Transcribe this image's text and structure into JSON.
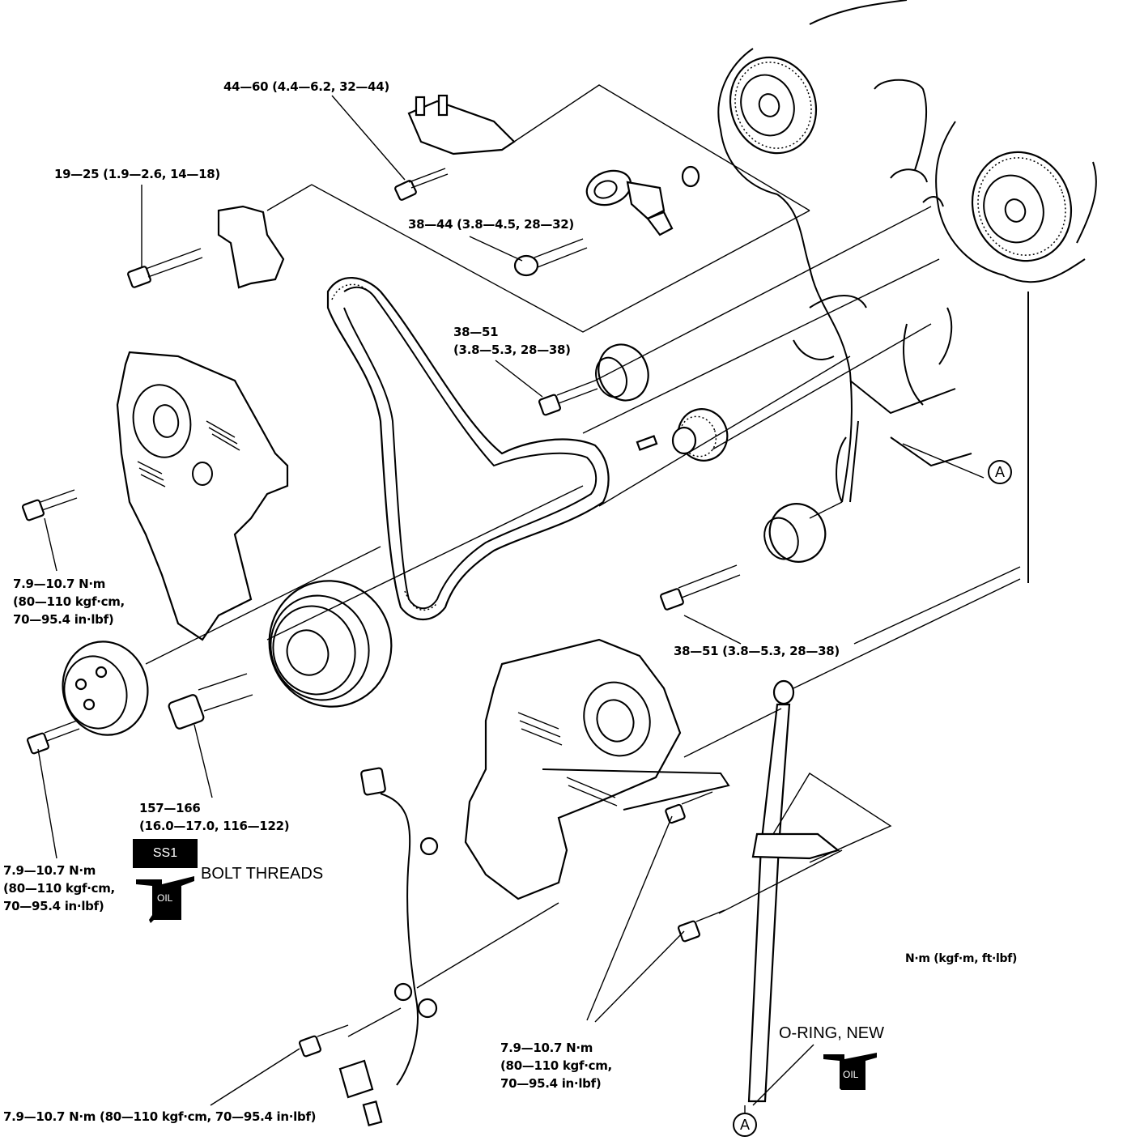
{
  "diagram": {
    "title": "Timing belt components exploded view",
    "units_legend": "N·m (kgf·m, ft·lbf)",
    "torque_labels": [
      {
        "id": "tensioner-bracket-bolt",
        "text": "44—60 (4.4—6.2, 32—44)"
      },
      {
        "id": "engine-mount-bracket-bolt",
        "text": "19—25 (1.9—2.6, 14—18)"
      },
      {
        "id": "tensioner-pulley-bolt",
        "text": "38—44 (3.8—4.5, 28—32)"
      },
      {
        "id": "idler-pulley-upper-bolt",
        "lines": [
          "38—51",
          "(3.8—5.3, 28—38)"
        ]
      },
      {
        "id": "idler-pulley-lower-bolt",
        "text": "38—51 (3.8—5.3, 28—38)"
      },
      {
        "id": "upper-cover-bolt",
        "lines": [
          "7.9—10.7 N·m",
          "(80—110 kgf·cm,",
          "70—95.4 in·lbf)"
        ]
      },
      {
        "id": "crankshaft-pulley-bolt",
        "lines": [
          "157—166",
          "(16.0—17.0, 116—122)"
        ]
      },
      {
        "id": "crank-pulley-small-bolt",
        "lines": [
          "7.9—10.7 N·m",
          "(80—110 kgf·cm,",
          "70—95.4 in·lbf)"
        ]
      },
      {
        "id": "lower-cover-bolts",
        "lines": [
          "7.9—10.7 N·m",
          "(80—110 kgf·cm,",
          "70—95.4 in·lbf)"
        ]
      },
      {
        "id": "sensor-bolt",
        "text": "7.9—10.7 N·m (80—110 kgf·cm, 70—95.4 in·lbf)"
      }
    ],
    "notes": {
      "ss1_badge": "SS1",
      "bolt_threads": "BOLT THREADS",
      "oil_badge": "OIL",
      "o_ring": "O-RING, NEW",
      "oil_badge_2": "OIL"
    },
    "callouts": {
      "a_upper": "A",
      "a_lower": "A"
    }
  }
}
